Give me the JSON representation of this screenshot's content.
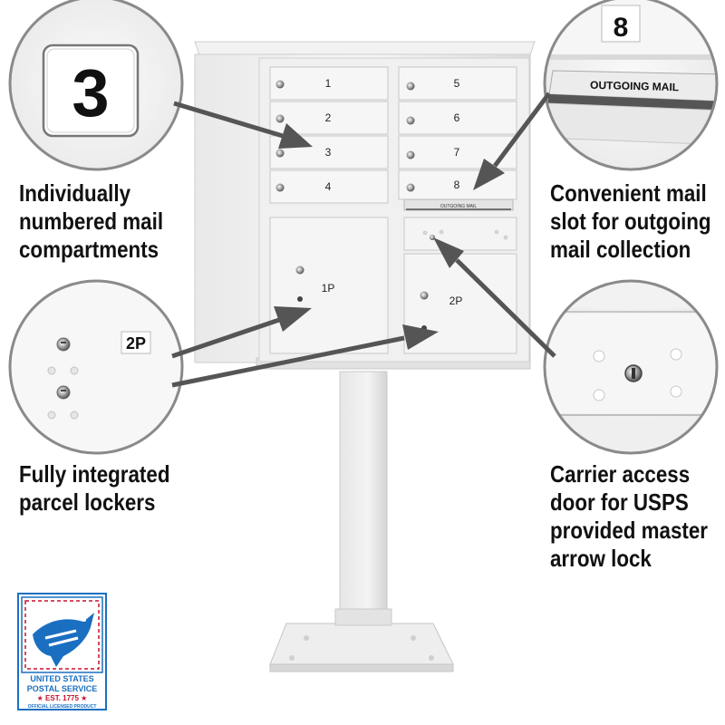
{
  "captions": {
    "left_top": [
      "Individually",
      "numbered mail",
      "compartments"
    ],
    "left_bottom": [
      "Fully integrated",
      "parcel lockers"
    ],
    "right_top": [
      "Convenient mail",
      "slot for outgoing",
      "mail collection"
    ],
    "right_bottom": [
      "Carrier access",
      "door for USPS",
      "provided master",
      "arrow lock"
    ]
  },
  "compartments": {
    "left": [
      "1",
      "2",
      "3",
      "4"
    ],
    "right": [
      "5",
      "6",
      "7",
      "8"
    ]
  },
  "parcel_lockers": [
    "1P",
    "2P"
  ],
  "outgoing_slot_label": "OUTGOING MAIL",
  "callouts": {
    "number_zoom": "3",
    "outgoing_zoom_top_number": "8",
    "outgoing_zoom_label": "OUTGOING MAIL",
    "parcel_zoom": "2P"
  },
  "usps_logo": {
    "line1": "UNITED STATES",
    "line2": "POSTAL SERVICE",
    "line3": "★ EST. 1775 ★",
    "line4": "OFFICIAL LICENSED PRODUCT"
  },
  "colors": {
    "background": "#ffffff",
    "caption_text": "#111111",
    "arrow": "#555555",
    "usps_blue": "#1a6fc1",
    "usps_red": "#c8102e"
  }
}
